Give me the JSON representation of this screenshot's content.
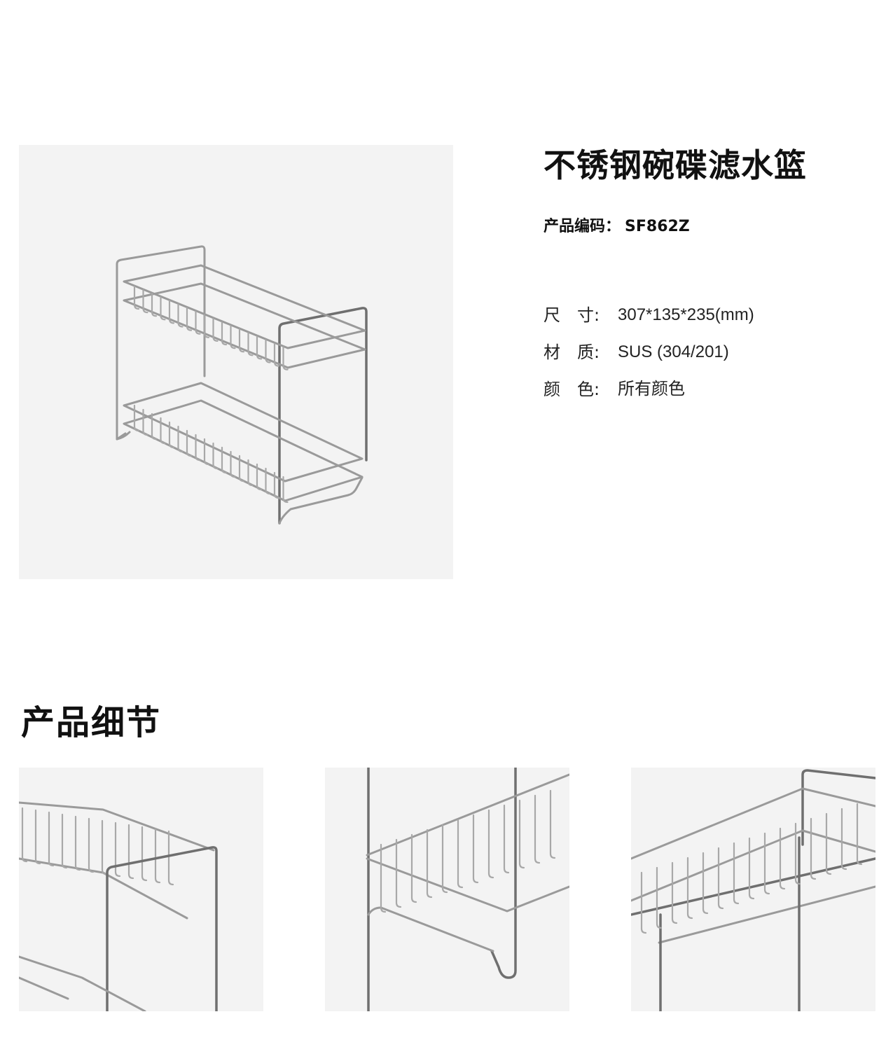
{
  "product": {
    "title": "不锈钢碗碟滤水篮",
    "code_label": "产品编码：",
    "code_value": "SF862Z",
    "image_alt": "two-tier stainless steel dish drainer"
  },
  "specs": [
    {
      "label_1": "尺",
      "label_2": "寸:",
      "value": "307*135*235(mm)"
    },
    {
      "label_1": "材",
      "label_2": "质:",
      "value": "SUS (304/201)"
    },
    {
      "label_1": "颜",
      "label_2": "色:",
      "value": "所有颜色"
    }
  ],
  "details_section": {
    "title": "产品细节"
  },
  "colors": {
    "image_background": "#f3f3f3",
    "wire": "#9a9a9a",
    "text": "#111111"
  }
}
